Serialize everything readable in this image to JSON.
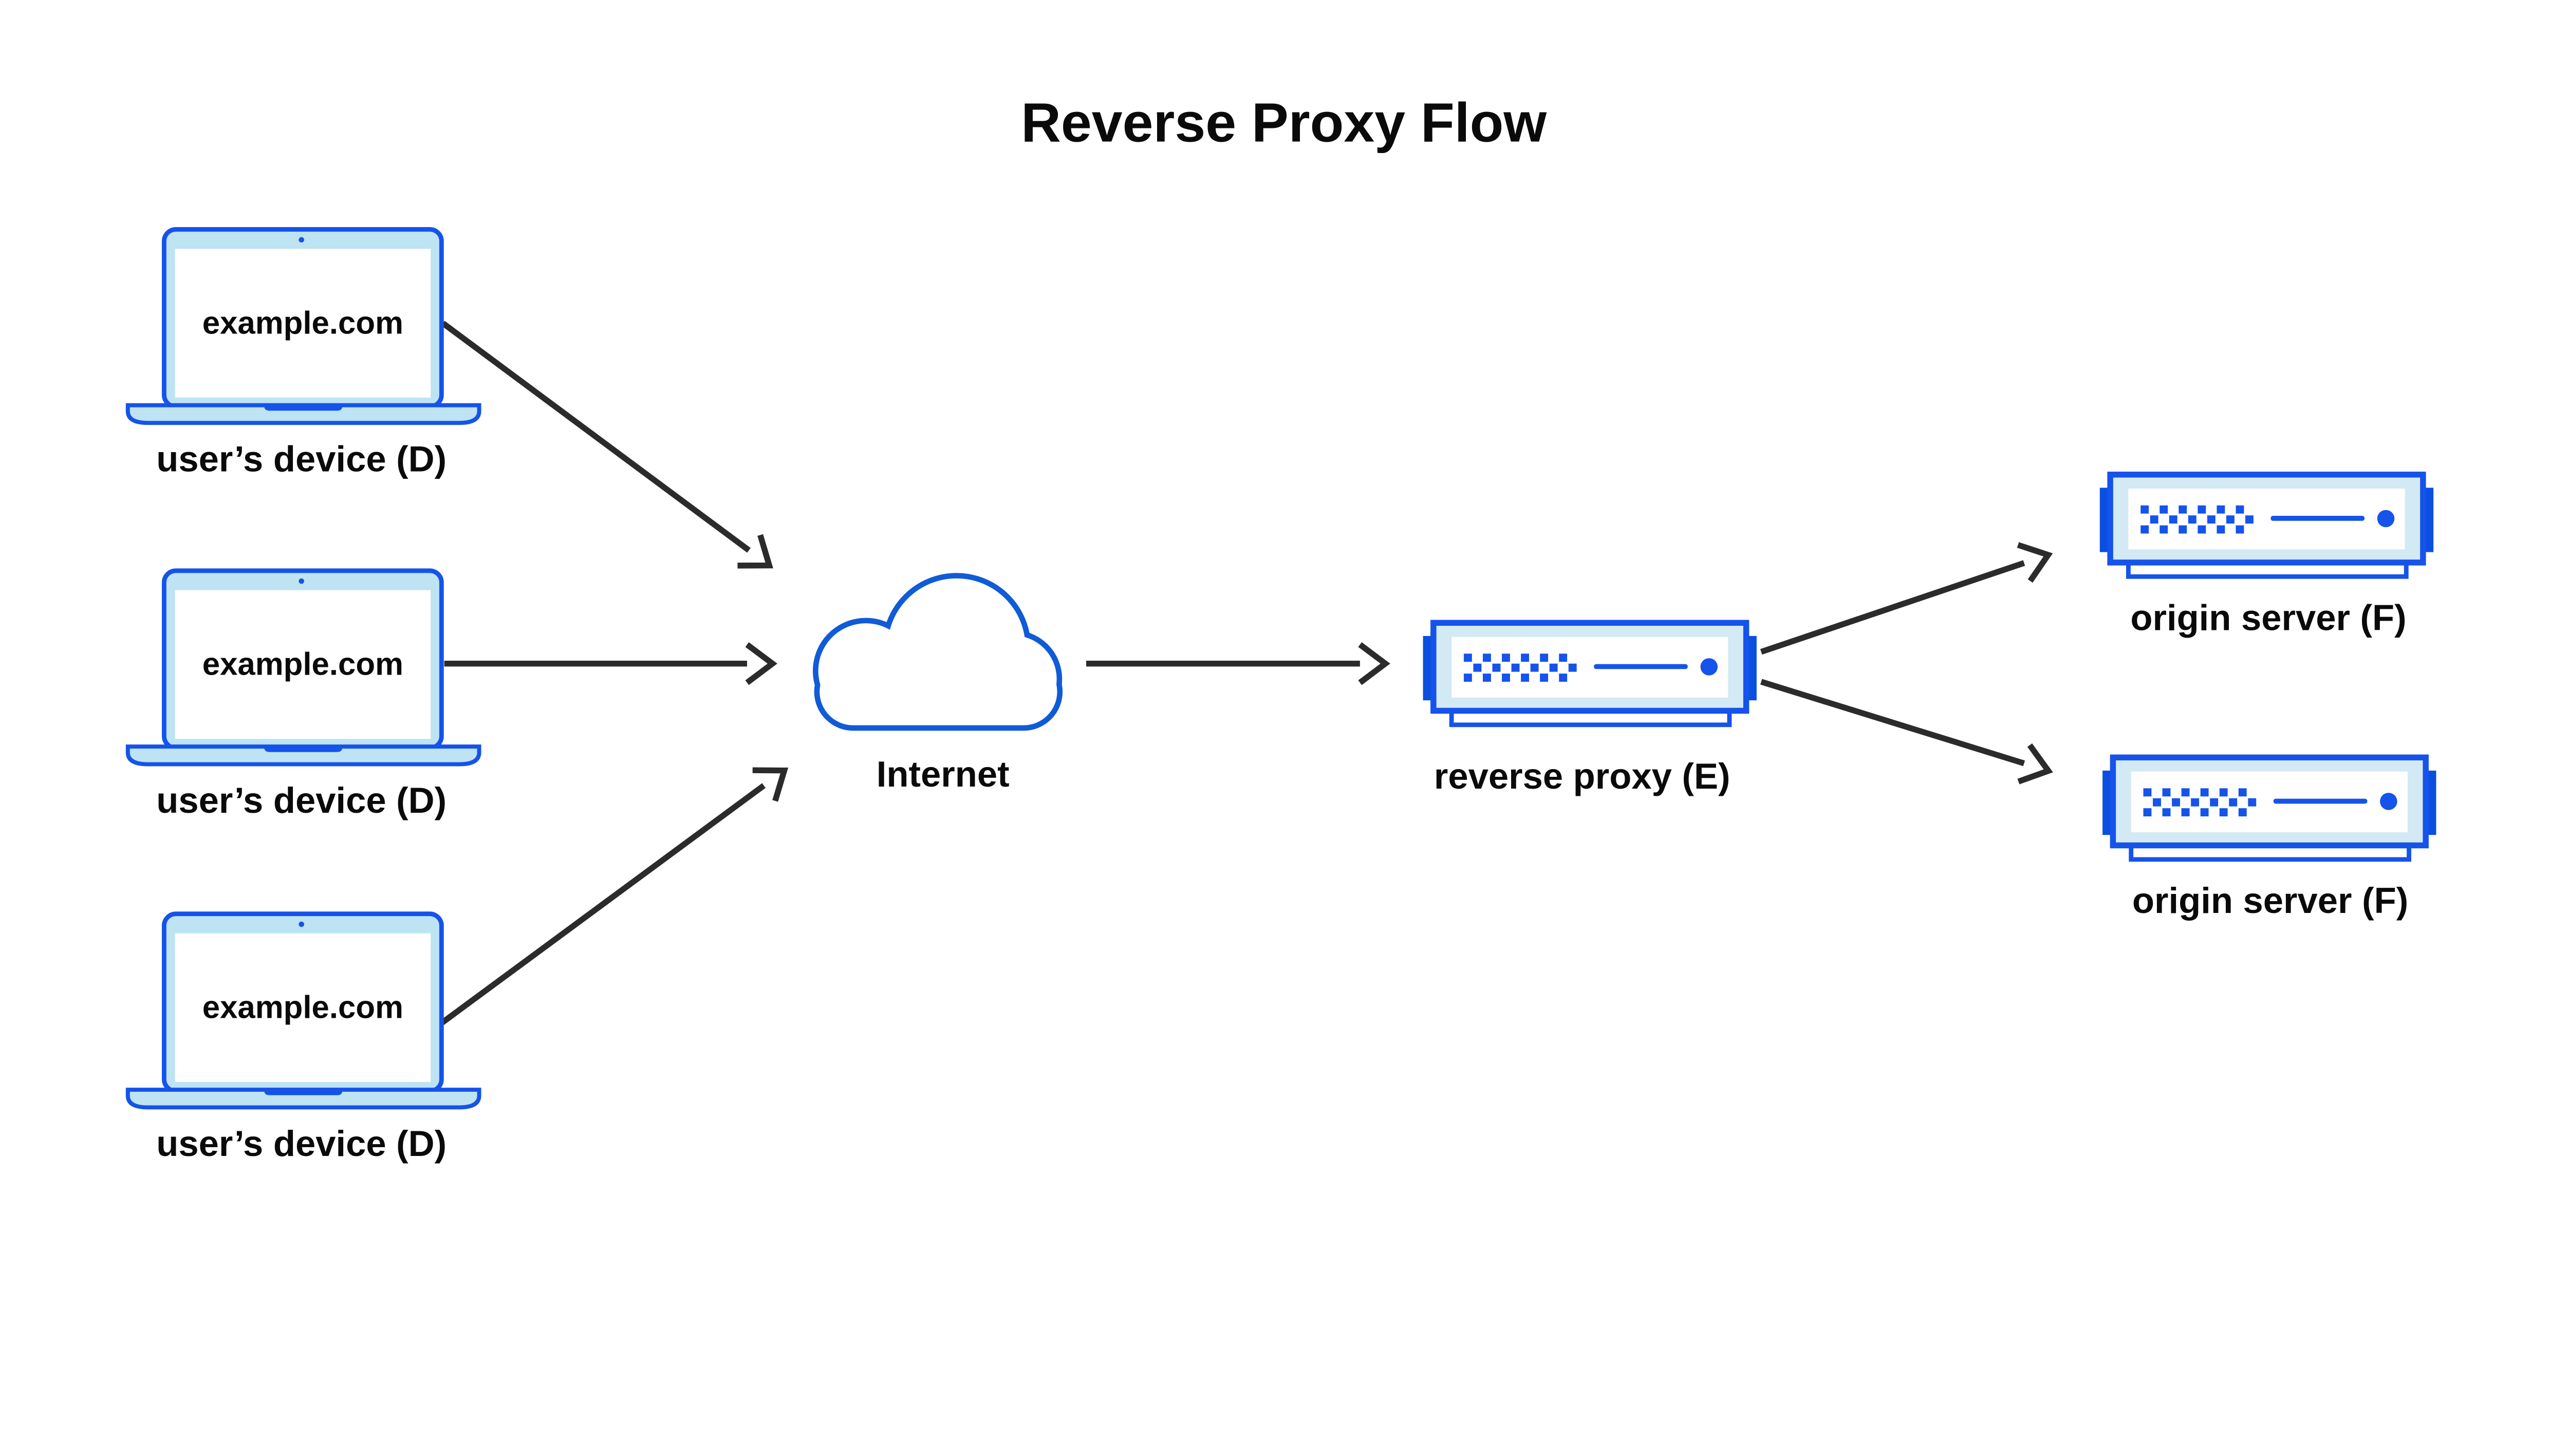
{
  "title": "Reverse Proxy Flow",
  "diagram": {
    "devices": [
      {
        "screen_text": "example.com",
        "label": "user’s device (D)"
      },
      {
        "screen_text": "example.com",
        "label": "user’s device (D)"
      },
      {
        "screen_text": "example.com",
        "label": "user’s device (D)"
      }
    ],
    "internet": {
      "label": "Internet"
    },
    "reverse_proxy": {
      "label": "reverse proxy (E)"
    },
    "origin_servers": [
      {
        "label": "origin server (F)"
      },
      {
        "label": "origin server (F)"
      }
    ],
    "edges": [
      {
        "from": "user’s device (D) #1",
        "to": "Internet"
      },
      {
        "from": "user’s device (D) #2",
        "to": "Internet"
      },
      {
        "from": "user’s device (D) #3",
        "to": "Internet"
      },
      {
        "from": "Internet",
        "to": "reverse proxy (E)"
      },
      {
        "from": "reverse proxy (E)",
        "to": "origin server (F) #1"
      },
      {
        "from": "reverse proxy (E)",
        "to": "origin server (F) #2"
      }
    ]
  },
  "icons": {
    "device": "laptop-icon",
    "internet": "cloud-icon",
    "reverse_proxy": "server-icon",
    "origin_server": "server-icon",
    "connector": "arrow-icon"
  },
  "colors": {
    "primary_blue": "#1553EA",
    "deep_blue": "#0B4FE0",
    "cloud_blue": "#0F5BD8",
    "bezel_light_blue": "#BEE3F2",
    "frame_light_blue": "#D3E9F4",
    "arrow_dark": "#2B2B2B",
    "text_ink": "#0A0A0A",
    "surface_white": "#FFFFFF"
  }
}
